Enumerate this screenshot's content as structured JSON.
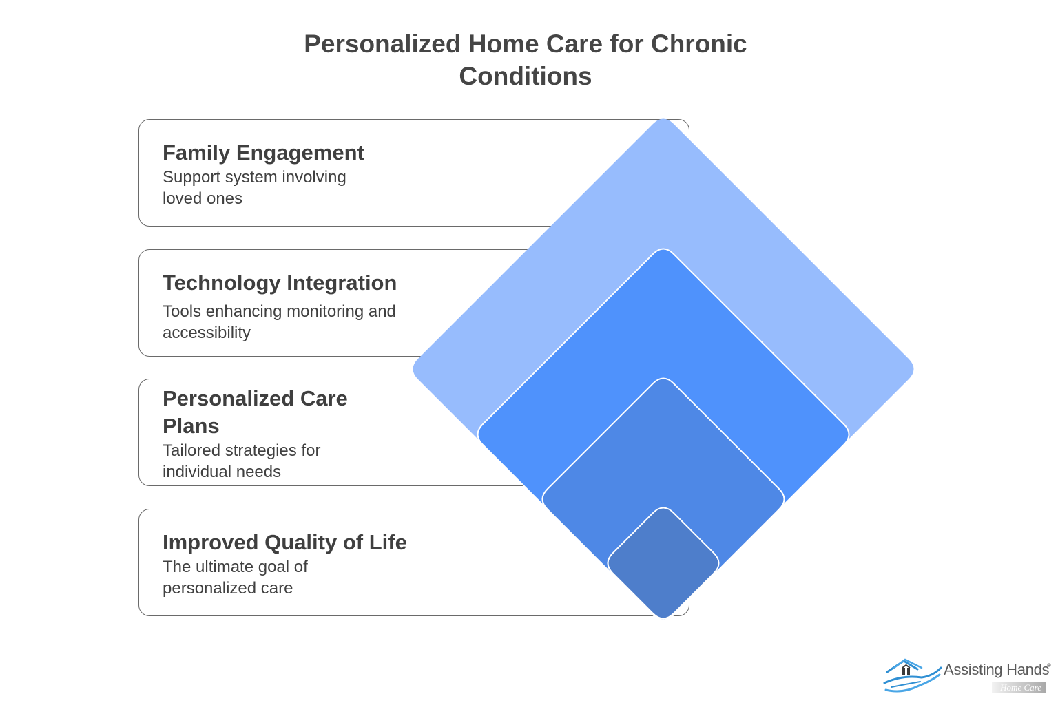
{
  "title": "Personalized Home Care for Chronic Conditions",
  "cards": [
    {
      "title": "Family Engagement",
      "desc": "Support system involving loved ones"
    },
    {
      "title": "Technology Integration",
      "desc": "Tools enhancing monitoring and accessibility"
    },
    {
      "title": "Personalized Care Plans",
      "desc": "Tailored strategies for individual needs"
    },
    {
      "title": "Improved Quality of Life",
      "desc": "The ultimate goal of personalized care"
    }
  ],
  "colors": {
    "layer1": "#97bcfd",
    "layer2": "#4f92fc",
    "layer3": "#4e88e6",
    "layer4": "#4e7ecb"
  },
  "logo": {
    "name": "Assisting Hands",
    "registered": "®",
    "subtitle": "Home Care",
    "icon": "house-in-hands-icon"
  }
}
